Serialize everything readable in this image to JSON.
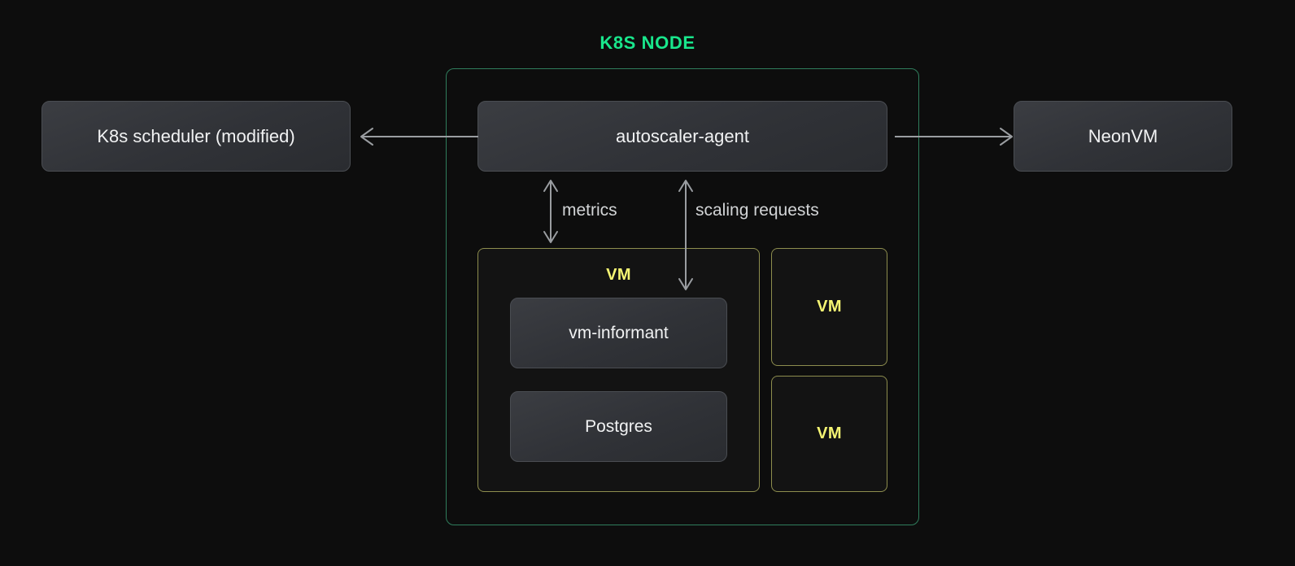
{
  "diagram": {
    "title": "K8S NODE",
    "accent_green": "#19e68c",
    "container_border": "#2f7d5c",
    "vm_border": "#8d8d4e",
    "vm_label_color": "#f5f573",
    "background": "#0d0d0d",
    "arrow_color": "#9a9da1"
  },
  "nodes": {
    "scheduler": {
      "label": "K8s scheduler (modified)"
    },
    "agent": {
      "label": "autoscaler-agent"
    },
    "neonvm": {
      "label": "NeonVM"
    },
    "vm_main": {
      "label": "VM"
    },
    "vm_informant": {
      "label": "vm-informant"
    },
    "postgres": {
      "label": "Postgres"
    },
    "vm_right_1": {
      "label": "VM"
    },
    "vm_right_2": {
      "label": "VM"
    }
  },
  "edges": {
    "scheduler_edge": {
      "label": "",
      "direction": "left"
    },
    "neonvm_edge": {
      "label": "",
      "direction": "right"
    },
    "metrics": {
      "label": "metrics",
      "direction": "bidirectional"
    },
    "scaling": {
      "label": "scaling requests",
      "direction": "bidirectional"
    }
  }
}
